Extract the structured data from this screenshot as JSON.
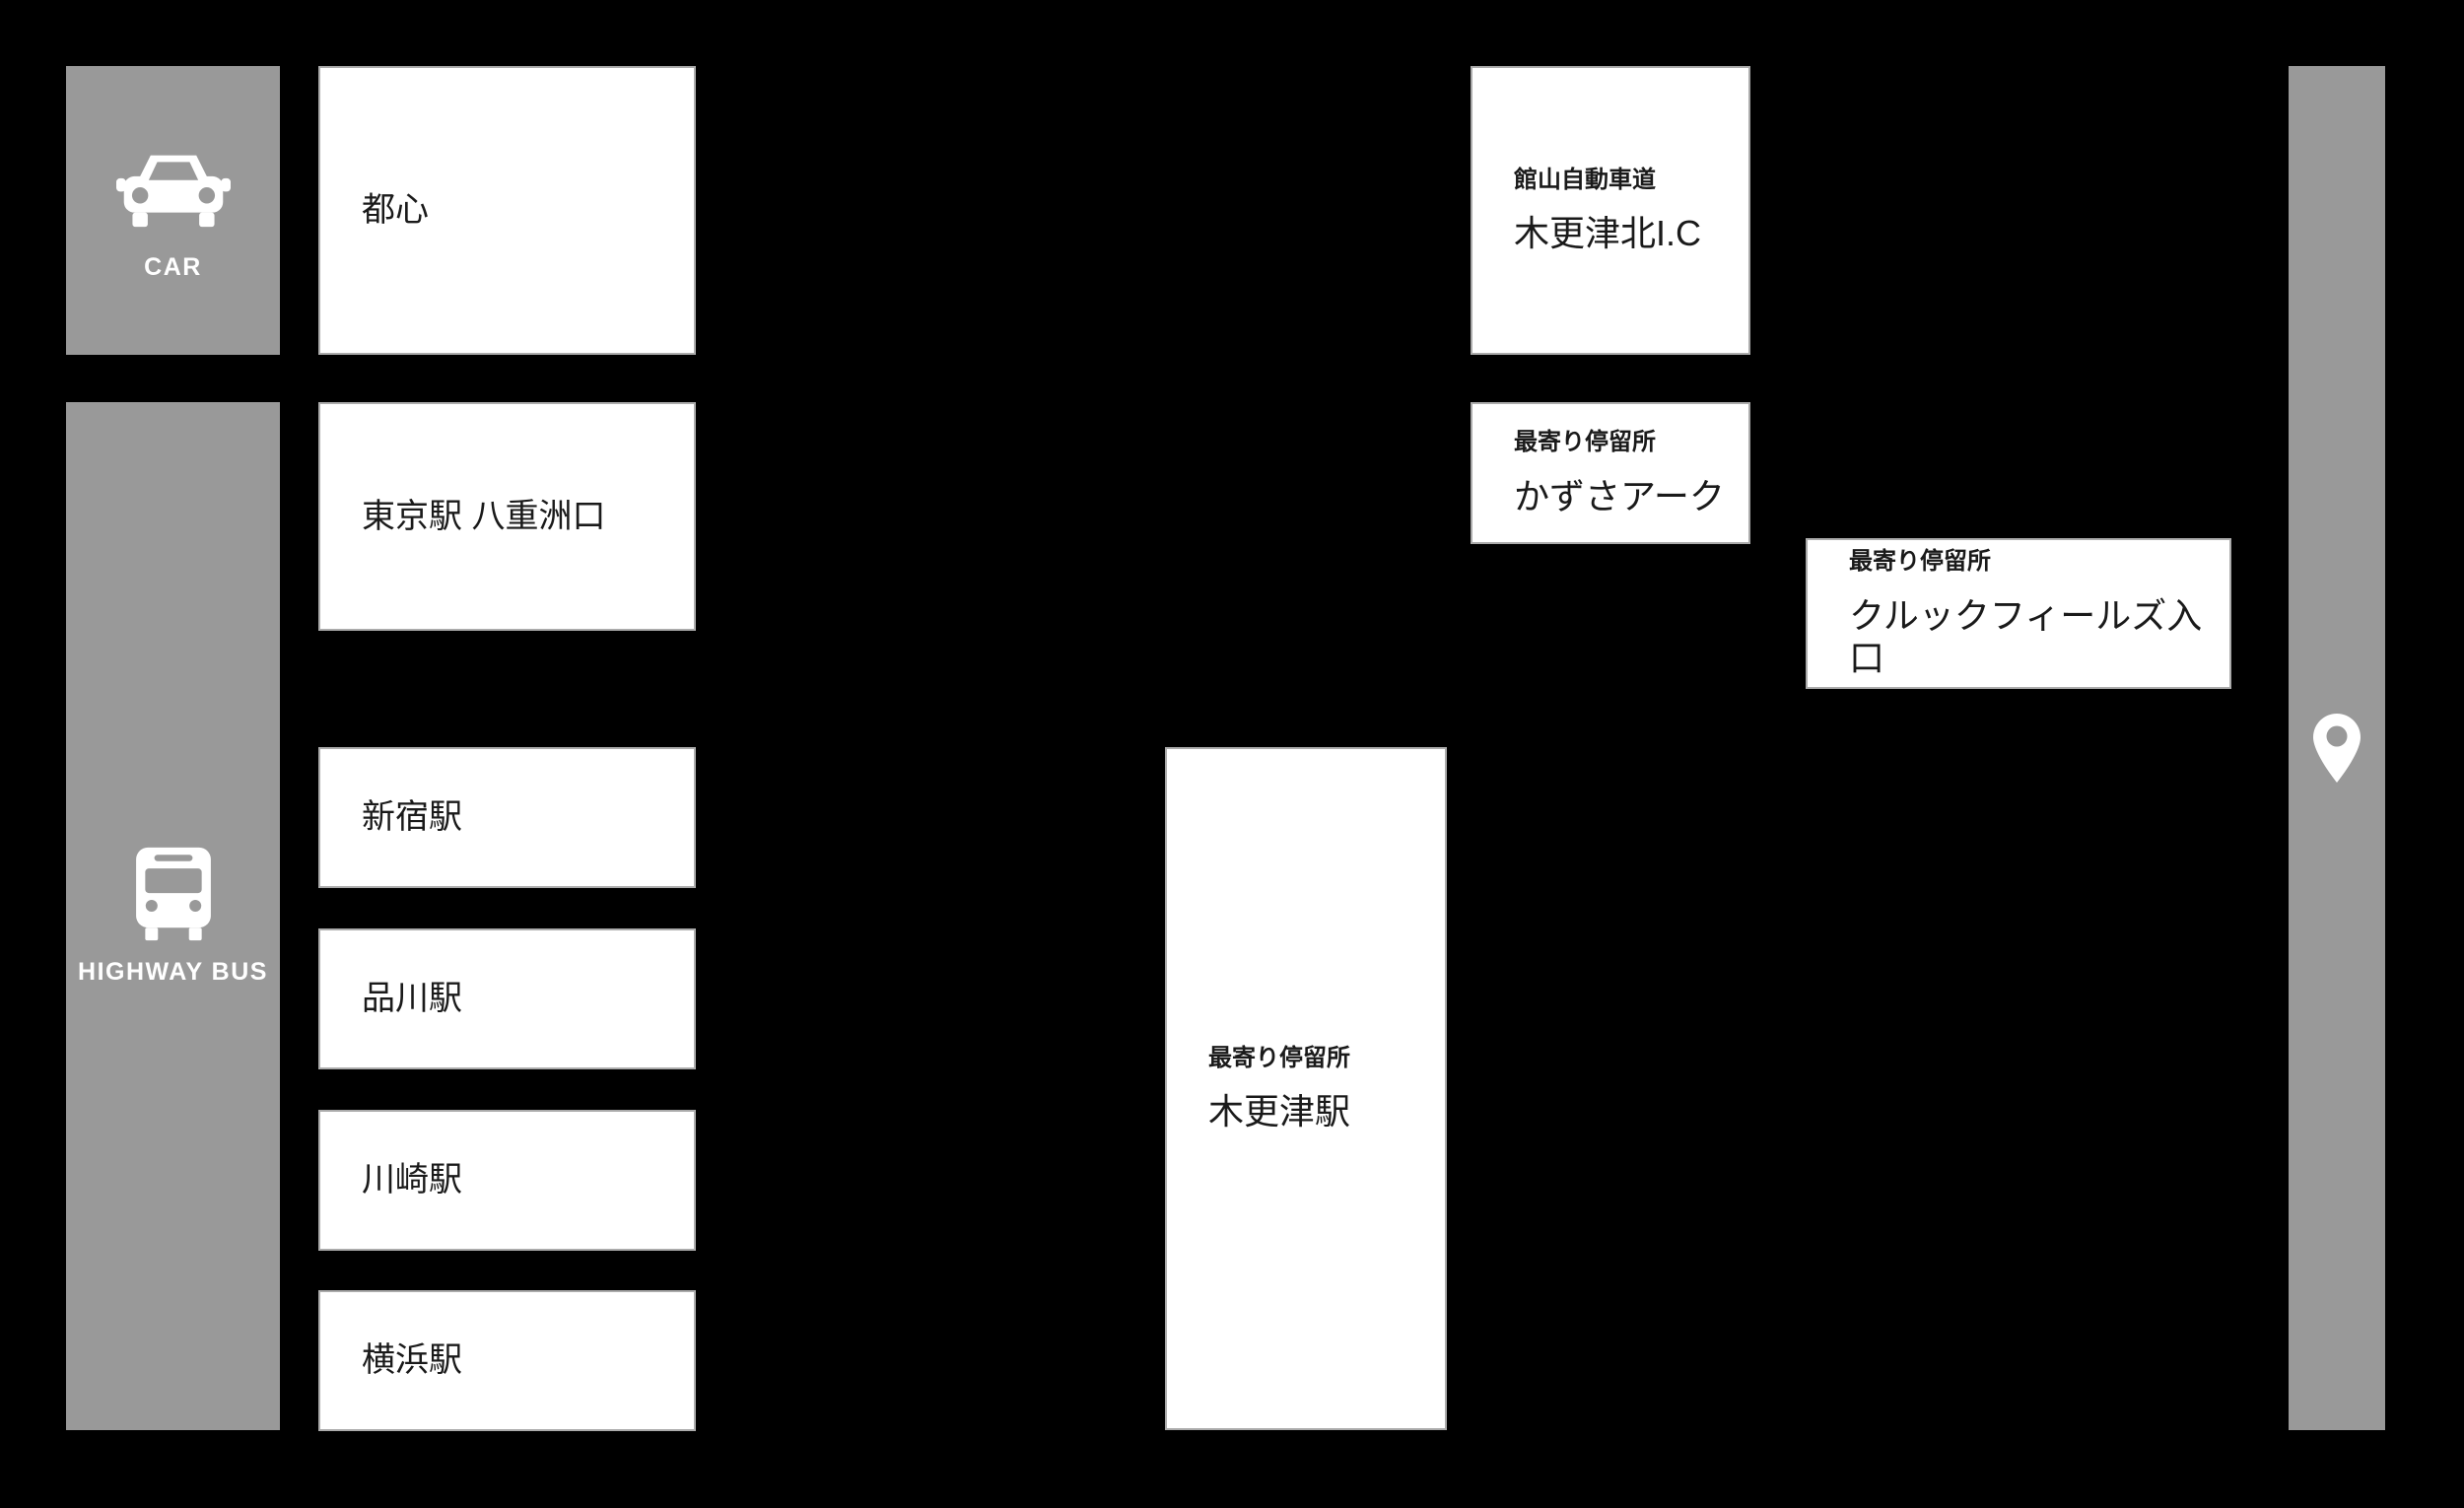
{
  "colors": {
    "background": "#000000",
    "bar_gray": "#999999",
    "box_background": "#ffffff",
    "box_border": "#ababab",
    "box_text": "#1a1a1a",
    "bar_text": "#ffffff"
  },
  "legend": {
    "car": {
      "label": "CAR",
      "icon": "car-icon"
    },
    "highway_bus": {
      "label": "HIGHWAY BUS",
      "icon": "bus-icon"
    },
    "destination": {
      "icon": "location-pin-icon"
    }
  },
  "car_route": {
    "origin": {
      "title": "都心"
    },
    "interchange": {
      "subtitle": "館山自動車道",
      "title": "木更津北I.C"
    }
  },
  "bus_route": {
    "tokyo_station": {
      "title": "東京駅 八重洲口"
    },
    "stations": [
      {
        "title": "新宿駅"
      },
      {
        "title": "品川駅"
      },
      {
        "title": "川崎駅"
      },
      {
        "title": "横浜駅"
      }
    ],
    "kisarazu_station": {
      "subtitle": "最寄り停留所",
      "title": "木更津駅"
    },
    "kazusa_ark": {
      "subtitle": "最寄り停留所",
      "title": "かずさアーク"
    },
    "kurkku_fields_entrance": {
      "subtitle": "最寄り停留所",
      "title": "クルックフィールズ入口"
    }
  }
}
